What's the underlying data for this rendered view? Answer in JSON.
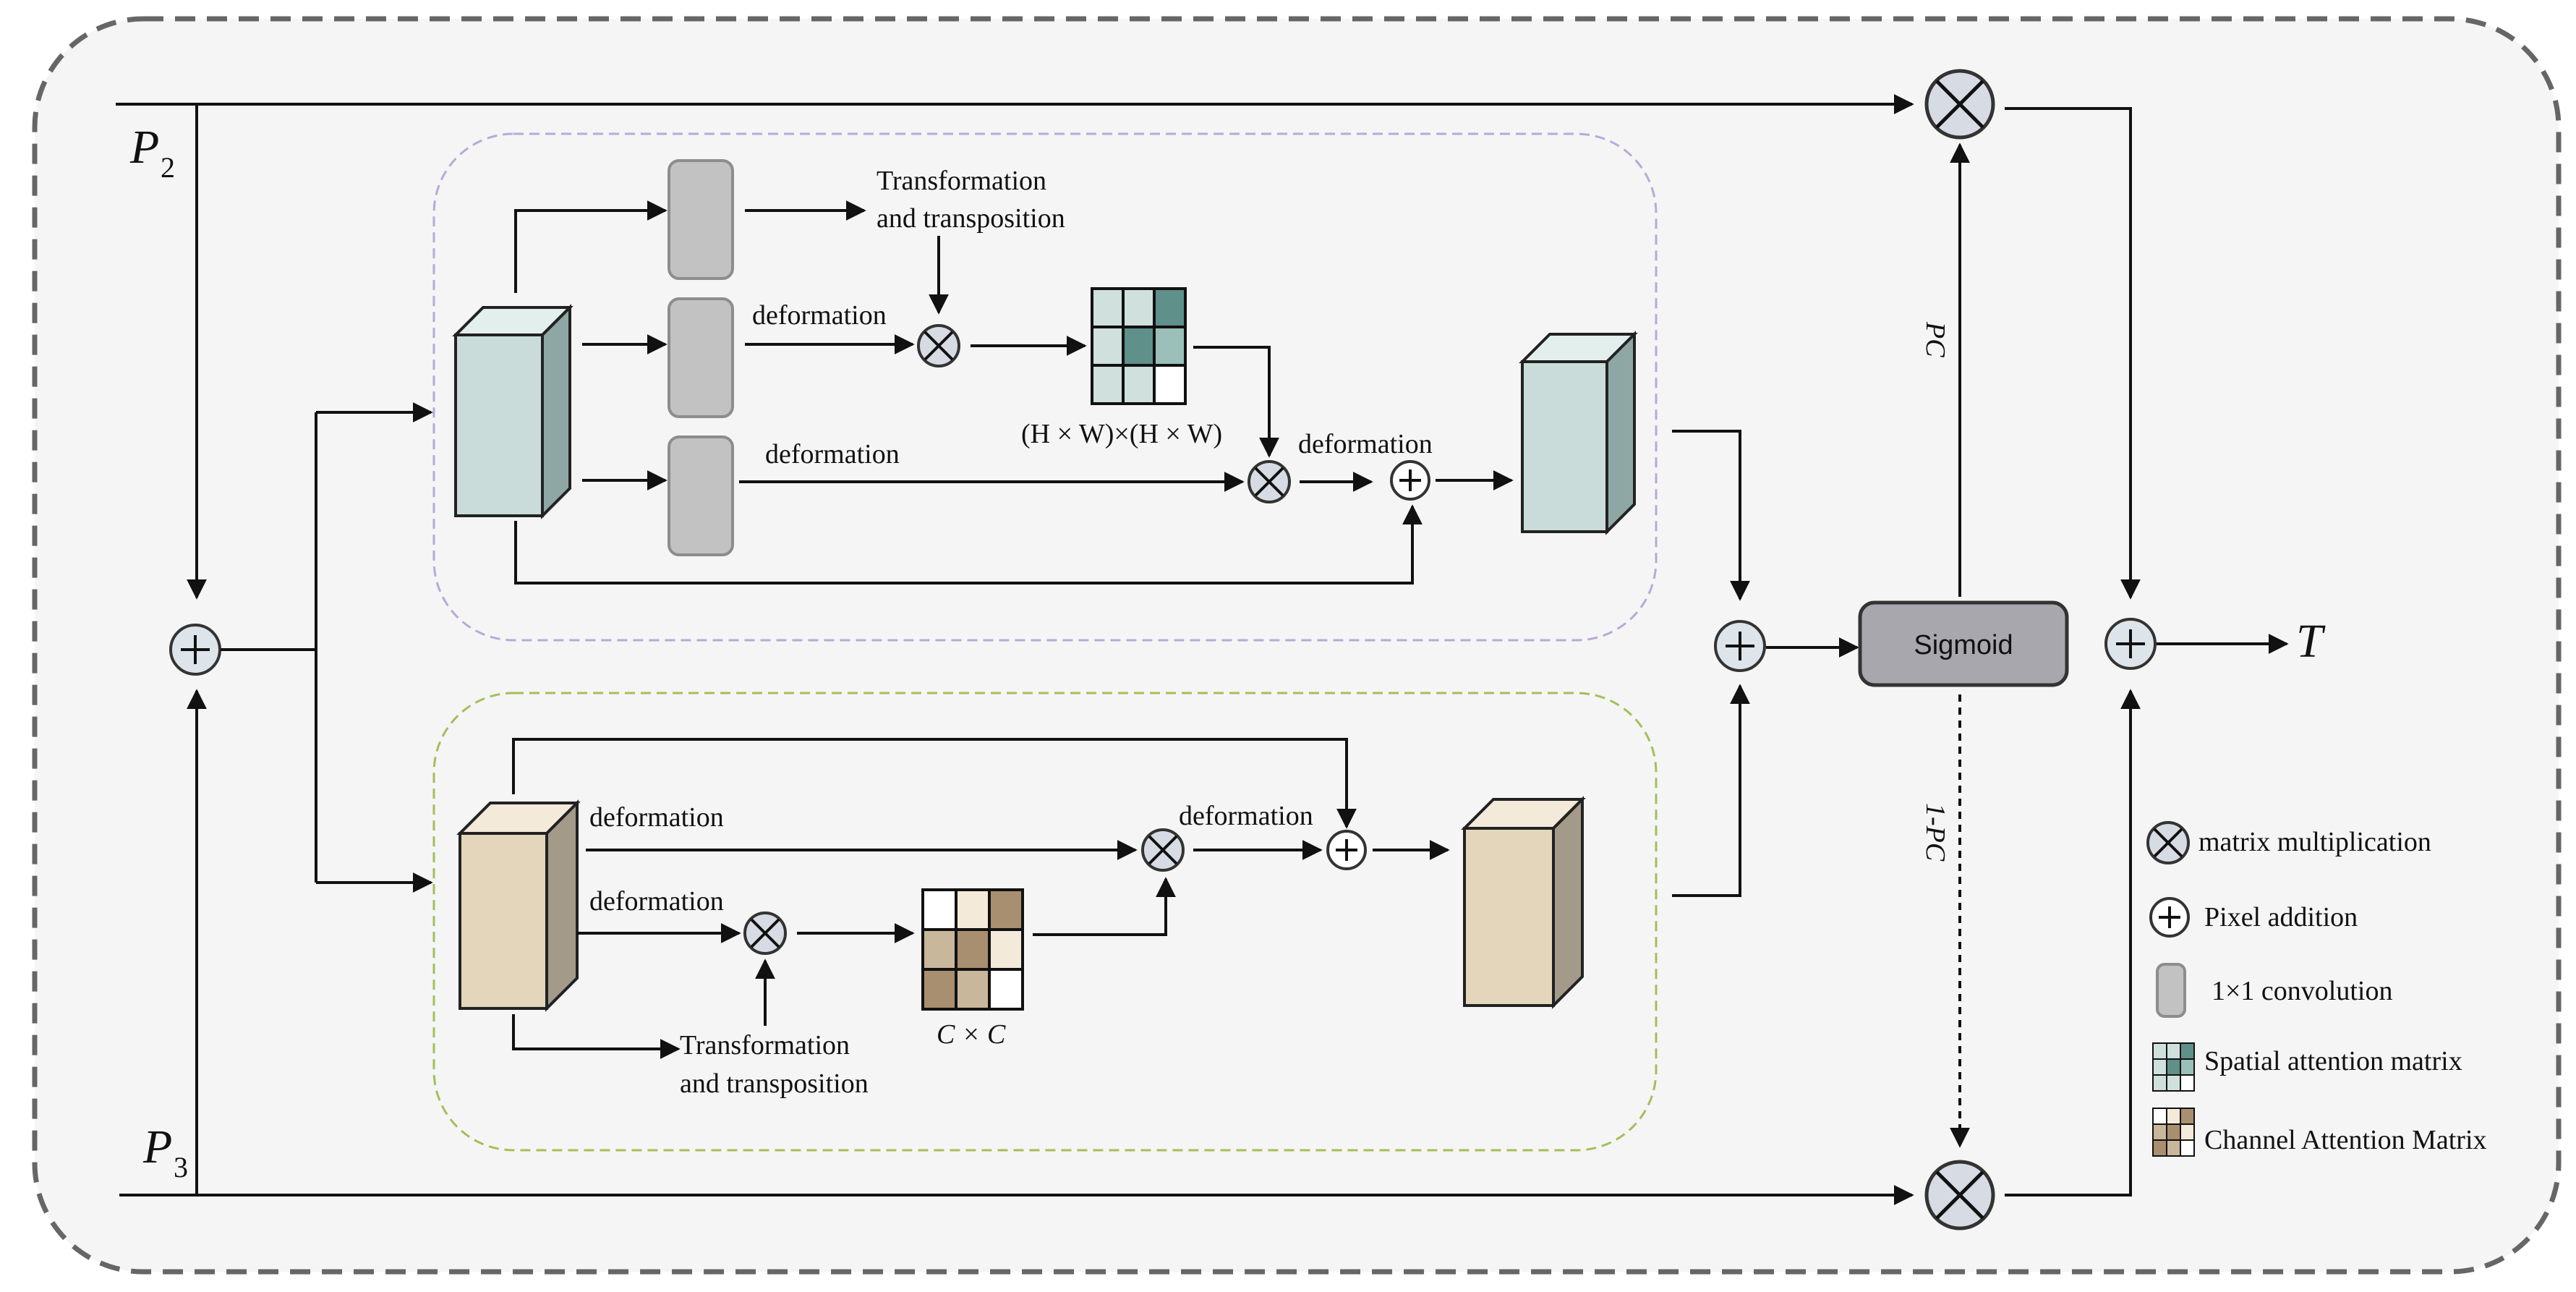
{
  "inputs": {
    "p2": "P",
    "p2_sub": "2",
    "p3": "P",
    "p3_sub": "3"
  },
  "output": "T",
  "top_branch": {
    "transform_line1": "Transformation",
    "transform_line2": "and transposition",
    "deform_1": "deformation",
    "deform_2": "deformation",
    "deform_3": "deformation",
    "matrix_size": "(H × W)×(H × W)"
  },
  "bottom_branch": {
    "deform_1": "deformation",
    "deform_2": "deformation",
    "deform_3": "deformation",
    "transform_line1": "Transformation",
    "transform_line2": "and transposition",
    "matrix_size": "C × C"
  },
  "gate": {
    "sigmoid": "Sigmoid",
    "pc": "PC",
    "one_minus_pc": "1-PC"
  },
  "legend": {
    "matmul": "matrix multiplication",
    "add": "Pixel addition",
    "conv": "1×1  convolution",
    "spatial": "Spatial attention matrix",
    "channel": "Channel Attention Matrix"
  },
  "colors": {
    "spatial_light": "#cfe0dd",
    "spatial_mid": "#9bbfb9",
    "spatial_dark": "#5f908a",
    "channel_light": "#f3ead9",
    "channel_mid": "#c9b79c",
    "channel_dark": "#a88f70",
    "top_border": "#b8a9d9",
    "bottom_border": "#a3bf5a"
  }
}
